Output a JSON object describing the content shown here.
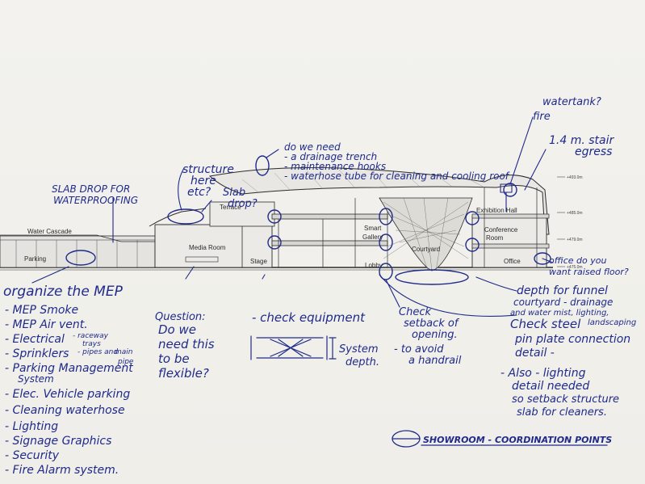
{
  "plan_labels": {
    "water_cascade": "Water Cascade",
    "parking": "Parking",
    "media_room": "Media Room",
    "terrace": "Terrace",
    "stage": "Stage",
    "smart_gallery_1": "Smart",
    "smart_gallery_2": "Gallery",
    "lobby": "Lobby",
    "courtyard": "Courtyard",
    "exhibition_hall": "Exhibition Hall",
    "conference_room_1": "Conference",
    "conference_room_2": "Room",
    "office": "Office",
    "level_1": "+493.0m",
    "level_2": "+485.0m",
    "level_3": "+479.0m",
    "level_4": "+475.0m"
  },
  "notes": {
    "water_tank": "watertank?",
    "fire": "fire",
    "stair_1": "1.4 m. stair",
    "stair_2": "egress",
    "drainage_1": "do we need",
    "drainage_2": "- a drainage trench",
    "drainage_3": "- maintenance hooks",
    "drainage_4": "- waterhose tube for cleaning and cooling roof",
    "structure_1": "structure",
    "structure_2": "here",
    "structure_3": "etc?",
    "slab_drop_1": "SLAB DROP FOR",
    "slab_drop_2": "WATERPROOFING",
    "slab_q_1": "Slab",
    "slab_q_2": "drop?",
    "office_q_1": "office do you",
    "office_q_2": "want raised floor?",
    "funnel_1": "depth for funnel",
    "funnel_2": "courtyard - drainage",
    "funnel_3": "and water mist, lighting,",
    "funnel_4": "landscaping",
    "check_steel_1": "Check steel",
    "check_steel_2": "pin plate connection",
    "check_steel_3": "detail -",
    "also_1": "- Also - lighting",
    "also_2": "detail needed",
    "also_3": "so setback structure",
    "also_4": "slab for cleaners.",
    "setback_1": "Check",
    "setback_2": "setback of",
    "setback_3": "opening.",
    "setback_4": "- to avoid",
    "setback_5": "a handrail",
    "question_1": "Question:",
    "question_2": "Do we",
    "question_3": "need this",
    "question_4": "to be",
    "question_5": "flexible?",
    "check_equipment": "- check equipment",
    "system_1": "System",
    "system_2": "depth.",
    "showroom_legend": "SHOWROOM - COORDINATION POINTS"
  },
  "mep": {
    "title": "organize the MEP",
    "items": [
      "- MEP Smoke",
      "- MEP Air vent.",
      "- Electrical",
      "- Sprinklers",
      "- Parking Management",
      "System",
      "- Elec. Vehicle parking",
      "- Cleaning waterhose",
      "- Lighting",
      "- Signage Graphics",
      "- Security",
      "- Fire Alarm system."
    ],
    "sub_raceway": "- raceway",
    "sub_trays": "trays",
    "sub_pipes": "- pipes and",
    "sub_main": "main",
    "sub_pipe": "pipe"
  },
  "colors": {
    "ink": "#1f2a8a",
    "pen": "#2b2b2b",
    "paper": "#f1f0ec"
  }
}
